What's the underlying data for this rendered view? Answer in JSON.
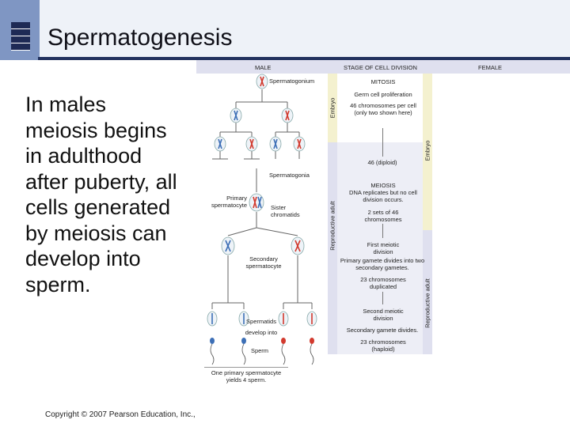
{
  "slide": {
    "title": "Spermatogenesis",
    "body_text": "In males meiosis begins in adulthood after puberty, all cells generated by meiosis can develop into sperm.",
    "copyright": "Copyright © 2007 Pearson Education, Inc.,"
  },
  "figure": {
    "headers": {
      "male": "MALE",
      "stage": "STAGE OF CELL DIVISION",
      "female": "FEMALE"
    },
    "male_labels": {
      "spermatogonium": "Spermatogonium",
      "spermatogonia": "Spermatogonia",
      "primary_spermatocyte": "Primary spermatocyte",
      "sister_chromatids": "Sister chromatids",
      "secondary_spermatocyte": "Secondary spermatocyte",
      "spermatids": "Spermatids",
      "develop_into": "develop into",
      "sperm": "Sperm",
      "summary": "One primary spermatocyte yields 4 sperm."
    },
    "vertical_labels": {
      "embryo_left": "Embryo",
      "reproductive_adult_left": "Reproductive adult",
      "embryo_right": "Embryo",
      "reproductive_adult_right": "Reproductive adult"
    },
    "stages": {
      "mitosis": "MITOSIS",
      "germ_cell_proliferation": "Germ cell proliferation",
      "chromosomes_per_cell": "46 chromosomes per cell (only two shown here)",
      "diploid": "46 (diploid)",
      "meiosis": "MEIOSIS",
      "dna_replicates": "DNA replicates but no cell division occurs.",
      "two_sets": "2 sets of 46 chromosomes",
      "first_meiotic": "First meiotic division",
      "primary_gamete_divides": "Primary gamete divides into two secondary gametes.",
      "duplicated": "23 chromosomes duplicated",
      "second_meiotic": "Second meiotic division",
      "secondary_gamete_divides": "Secondary gamete divides.",
      "haploid": "23 chromosomes (haploid)"
    },
    "colors": {
      "chromosome_red": "#d23a2e",
      "chromosome_blue": "#3d6fb6",
      "band": "#dfe0ef",
      "embryo_band": "#f4f1cf"
    }
  }
}
